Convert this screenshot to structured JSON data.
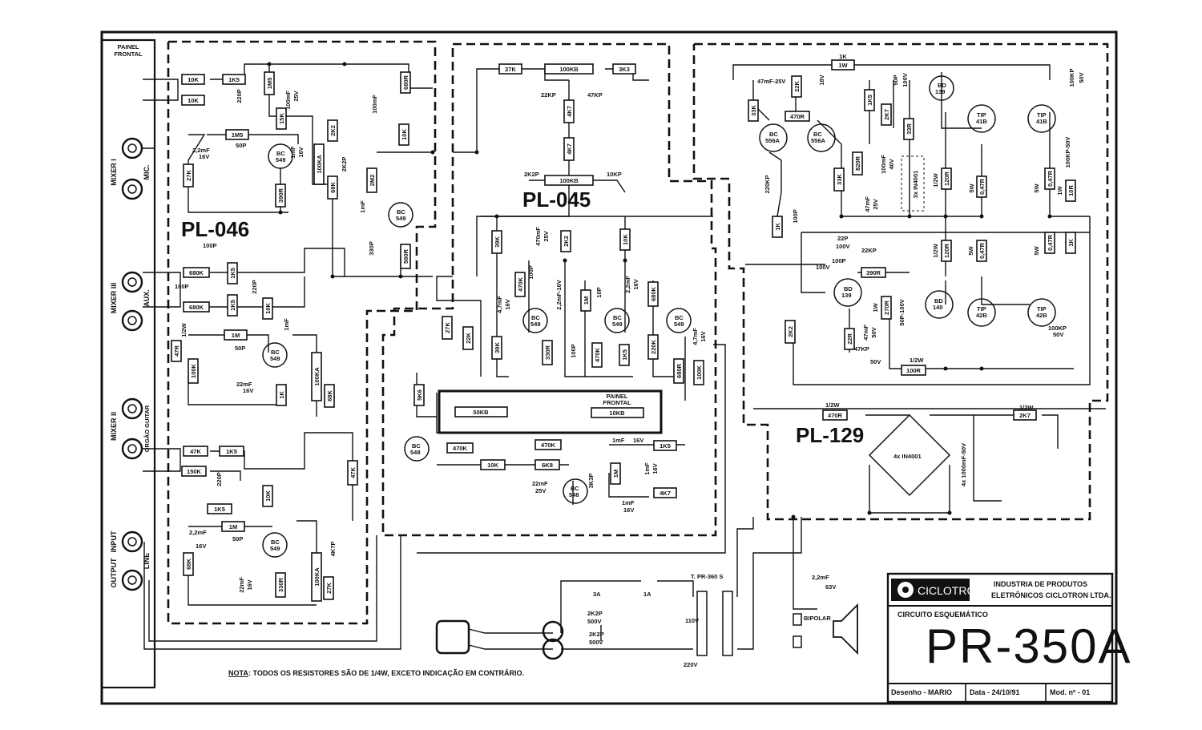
{
  "frame": {
    "panel_label_line1": "PAINEL",
    "panel_label_line2": "FRONTAL"
  },
  "jacks": {
    "mixer1": "MIXER I",
    "mic": "MIC.",
    "mixer3": "MIXER III",
    "aux": "AUX.",
    "mixer2": "MIXER II",
    "orgao_guitar": "ORGÃO GUITAR",
    "output": "OUTPUT",
    "input": "INPUT",
    "line": "LINE"
  },
  "boards": {
    "pl046": "PL-046",
    "pl045": "PL-045",
    "pl129": "PL-129"
  },
  "pl046": {
    "r_10k_a": "10K",
    "r_1k5_a": "1K5",
    "r_10k_b": "10K",
    "c_220p": "220P",
    "r_1m5": "1M5",
    "c_100mf": "100mF",
    "v_25v": "25V",
    "r_1m5_v": "1M5",
    "r_15k": "15K",
    "c_1mf": "1mF",
    "v_16v": "16V",
    "c_2m2": "2,2mF",
    "v_16v_b": "16V",
    "c_50p": "50P",
    "q1": "BC",
    "q1b": "549",
    "r_27k": "27K",
    "r_390r": "390R",
    "r_100ka": "100KA",
    "r_2k2": "2K2",
    "r_2k2p": "2K2P",
    "r_68k": "68K",
    "c_100p_a": "100P",
    "r_680k_a": "680K",
    "r_1k5_b": "1K5",
    "c_220p_b": "220P",
    "c_100p_b": "100P",
    "r_680k_b": "680K",
    "r_1k5_c": "1K5",
    "r_10k_c": "10K",
    "v_12w": "1/2W",
    "r_1m": "1M",
    "c_1mf_b": "1mF",
    "r_47r": "47R",
    "c_50p_b": "50P",
    "q2": "BC",
    "q2b": "549",
    "r_100k": "100K",
    "c_22mf": "22mF",
    "v_16v_c": "16V",
    "r_1k": "1K",
    "r_100ka_b": "100KA",
    "r_68k_b": "68K",
    "r_47k": "47K",
    "r_1k5_d": "1K5",
    "r_150k": "150K",
    "c_220p_c": "220P",
    "r_47k_v": "47K",
    "r_10k_d": "10K",
    "r_1k5_e": "1K5",
    "r_1m_b": "1M",
    "c_2m2_b": "2,2mF",
    "v_16v_d": "16V",
    "c_50p_c": "50P",
    "q3": "BC",
    "q3b": "549",
    "r_68k_c": "68K",
    "c_22mf_b": "22mF",
    "v_16v_e": "16V",
    "r_330r": "330R",
    "r_100ka_c": "100KA",
    "r_27k_b": "27K",
    "c_4k7p": "4K7P",
    "q4": "BC",
    "q4b": "549",
    "r_2m2": "2M2",
    "c_1mf_c": "1mF",
    "r_560r": "560R",
    "c_330p": "330P",
    "r_10k_e": "10K",
    "r_680r": "680R",
    "c_100mf_b": "100mF"
  },
  "pl045": {
    "r_27k": "27K",
    "r_100kb": "100KB",
    "r_3k3": "3K3",
    "c_22kp": "22KP",
    "c_47kp": "47KP",
    "r_4k7": "4K7",
    "r_4k7_b": "4K7",
    "c_2k2p": "2K2P",
    "r_100kb_b": "100KB",
    "c_10kp": "10KP",
    "c_470mf": "470mF",
    "v_25v": "25V",
    "r_39k": "39K",
    "r_2k2": "2K2",
    "r_10k": "10K",
    "c_100p": "100P",
    "r_470k": "470K",
    "c_47mf": "4,7mF",
    "v_16v": "16V",
    "q1": "BC",
    "q1b": "549",
    "c_2m2": "2,2mF-16V",
    "r_1m": "1M",
    "c_10p": "10P",
    "q2": "BC",
    "q2b": "549",
    "c_22mf": "2,2mF",
    "v_16v_b": "16V",
    "r_680k": "680K",
    "q3": "BC",
    "q3b": "549",
    "c_47mf_b": "4,7mF",
    "v_16v_c": "16V",
    "r_27k_b": "27K",
    "r_22k": "22K",
    "r_39k_b": "39K",
    "r_330r": "330R",
    "c_100p_b": "100P",
    "r_470k_b": "470K",
    "r_1k5": "1K5",
    "r_220k": "220K",
    "r_680r": "680R",
    "r_100k": "100K",
    "r_5k6": "5K6",
    "r_50kb": "50KB",
    "panel_1": "PAINEL",
    "panel_2": "FRONTAL",
    "r_10kb": "10KB",
    "q4": "BC",
    "q4b": "548",
    "r_470k_c": "470K",
    "r_470k_d": "470K",
    "c_1mf": "1mF",
    "v_16v_d": "16V",
    "r_1k5_b": "1K5",
    "r_10k_b": "10K",
    "r_6k8": "6K8",
    "c_3k3p": "3K3P",
    "r_1m_b": "1M",
    "c_1mf_b": "1mF",
    "v_16v_e": "16V",
    "c_22mf_b": "22mF",
    "v_25v_b": "25V",
    "q5": "BC",
    "q5b": "548",
    "c_1mf_c": "1mF",
    "v_16v_f": "16V",
    "r_4k7_c": "4K7"
  },
  "pl129": {
    "r_1k": "1K",
    "c_47mf": "47mF-25V",
    "r_22k": "22K",
    "z_18v": "18V",
    "r_1k5": "1K5",
    "c_50p": "50P",
    "v_100v": "100V",
    "q_bd139": "BD",
    "q_bd139b": "139",
    "c_100kp": "100KP",
    "v_50v": "50V",
    "r_33k": "33K",
    "r_470r": "470R",
    "q_556a_1": "BC",
    "q_556a_1b": "556A",
    "q_556a_2": "BC",
    "q_556a_2b": "556A",
    "r_2k7": "2K7",
    "r_33r": "33R",
    "q_tip41_1": "TIP",
    "q_tip41_1b": "41B",
    "q_tip41_2": "TIP",
    "q_tip41_2b": "41B",
    "c_100kp_50v": "100KP-50V",
    "c_220kp": "220KP",
    "r_33k_b": "33K",
    "r_820r": "820R",
    "c_100mf": "100mF",
    "v_40v": "40V",
    "c_47mf_b": "47mF",
    "v_25v": "25V",
    "d_in4001": "3x IN4001",
    "r_120r": "120R",
    "v_12w": "1/2W",
    "r_047r": "0,47R",
    "v_5w": "5W",
    "r_047r_b": "0,47R",
    "v_5w_b": "5W",
    "r_10r": "10R",
    "v_1w": "1W",
    "r_1k_b": "1K",
    "c_100p": "100P",
    "c_22p": "22P",
    "v_100v_b": "100V",
    "c_22kp": "22KP",
    "r_390r": "390R",
    "c_100p_b": "100P",
    "v_100v_c": "100V",
    "q_bd139_2": "BD",
    "q_bd139_2b": "139",
    "r_270r": "270R",
    "v_1w_b": "1W",
    "c_50p_b": "50P-100V",
    "r_120r_b": "120R",
    "v_12w_b": "1/2W",
    "q_bd140": "BD",
    "q_bd140b": "140",
    "q_tip42_1": "TIP",
    "q_tip42_1b": "42B",
    "q_tip42_2": "TIP",
    "q_tip42_2b": "42B",
    "r_047r_c": "0,47R",
    "v_5w_c": "5W",
    "r_047r_d": "0,47R",
    "v_5w_d": "5W",
    "r_1k_c": "1K",
    "v_1w_c": "1W",
    "c_100kp_b": "100KP",
    "v_50v_b": "50V",
    "r_2k2": "2K2",
    "r_22r": "22R",
    "c_47mf_c": "47mF",
    "v_50v_c": "50V",
    "c_47kp": "47KP",
    "v_50v_d": "50V",
    "r_100r": "100R",
    "v_12w_c": "1/2W",
    "r_470r_b": "470R",
    "v_12w_d": "1/2W",
    "r_2k7_b": "2K7",
    "v_12w_e": "1/2W",
    "d_bridge": "4x IN4001",
    "c_filter": "4x 1000mF-50V"
  },
  "power": {
    "fuse_3a": "3A",
    "fuse_1a": "1A",
    "transformer": "T. PR-360 S",
    "v_110": "110V",
    "v_220": "220V",
    "c_2k2p_a": "2K2P",
    "v_500v_a": "500V",
    "c_2k2p_b": "2K2P",
    "v_500v_b": "500V",
    "c_bipolar": "2,2mF",
    "v_63v": "63V",
    "bipolar": "BIPOLAR"
  },
  "note": {
    "label": "NOTA",
    "text": ": TODOS OS RESISTORES SÃO DE 1/4W, EXCETO INDICAÇÃO EM CONTRÁRIO."
  },
  "title_block": {
    "logo": "CICLOTRON",
    "company_line1": "INDUSTRIA DE PRODUTOS",
    "company_line2": "ELETRÔNICOS CICLOTRON LTDA.",
    "circuit_label": "CIRCUITO ESQUEMÁTICO",
    "model": "PR-350A",
    "drawn_by": "Desenho - MARIO",
    "date": "Data - 24/10/91",
    "mod": "Mod. nº - 01"
  }
}
